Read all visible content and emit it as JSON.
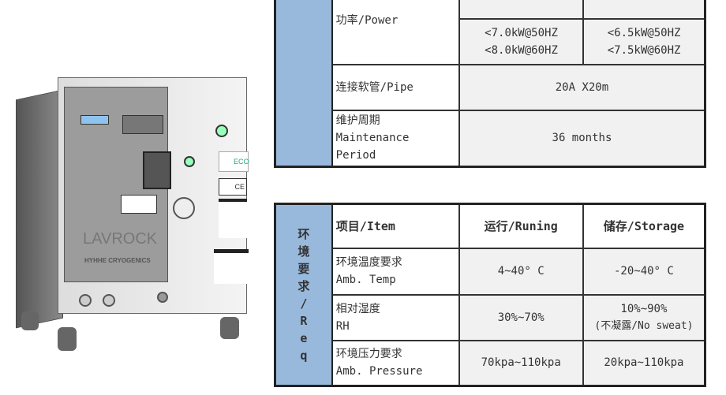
{
  "machine": {
    "brand": "LAVROCK",
    "maker": "HYHHE CRYOGENICS",
    "eco_label": "ECO",
    "ce_mark": "CE"
  },
  "table1": {
    "power": {
      "label": "功率/Power",
      "col2_header": "",
      "col3_header": "",
      "col2": [
        "<7.0kW@50HZ",
        "<8.0kW@60HZ"
      ],
      "col3": [
        "<6.5kW@50HZ",
        "<7.5kW@60HZ"
      ]
    },
    "pipe": {
      "label": "连接软管/Pipe",
      "value": "20A X20m"
    },
    "maintenance": {
      "label": [
        "维护周期",
        "Maintenance",
        "Period"
      ],
      "value": "36 months"
    }
  },
  "table2": {
    "side_label": [
      "环",
      "境",
      "要",
      "求",
      "/",
      "R",
      "e",
      "q"
    ],
    "headers": [
      "项目/Item",
      "运行/Runing",
      "储存/Storage"
    ],
    "rows": [
      {
        "label": [
          "环境温度要求",
          "Amb. Temp"
        ],
        "running": [
          "4~40° C"
        ],
        "storage": [
          "-20~40° C"
        ]
      },
      {
        "label": [
          "相对湿度",
          "RH"
        ],
        "running": [
          "30%~70%"
        ],
        "storage": [
          "10%~90%",
          "(不凝露/No sweat)"
        ]
      },
      {
        "label": [
          "环境压力要求",
          "Amb. Pressure"
        ],
        "running": [
          "70kpa~110kpa"
        ],
        "storage": [
          "20kpa~110kpa"
        ]
      }
    ]
  }
}
